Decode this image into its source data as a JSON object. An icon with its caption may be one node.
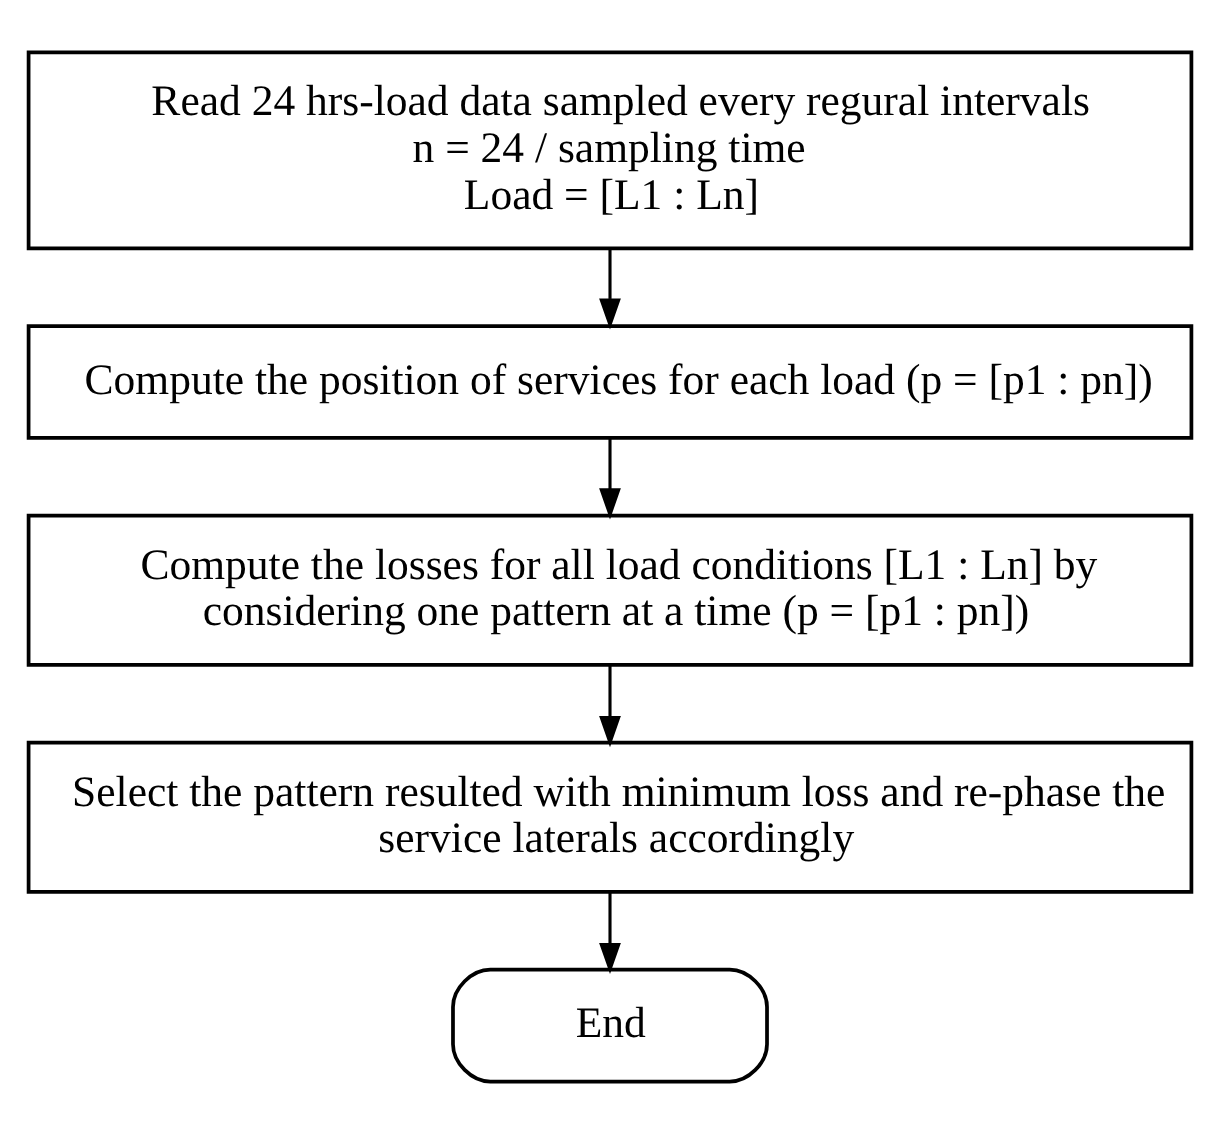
{
  "diagram": {
    "nodes": [
      {
        "text": [
          "Read 24 hrs-load data sampled every regural intervals",
          "n = 24 / sampling time",
          "Load = [L1 : Ln]"
        ]
      },
      {
        "text": [
          "Compute the position of services for each load (p = [p1 : pn])"
        ]
      },
      {
        "text": [
          "Compute the losses for all load conditions [L1 : Ln] by considering one pattern at a time (p = [p1 : pn])"
        ]
      },
      {
        "text": [
          "Select the pattern resulted with minimum loss and re-phase the service laterals accordingly"
        ]
      },
      {
        "text": [
          "End"
        ]
      }
    ],
    "edges": [
      {
        "from": 0,
        "to": 1,
        "arrow": "to"
      },
      {
        "from": 1,
        "to": 2,
        "arrow": "to"
      },
      {
        "from": 2,
        "to": 3,
        "arrow": "to"
      },
      {
        "from": 3,
        "to": 4,
        "arrow": "to"
      }
    ]
  }
}
